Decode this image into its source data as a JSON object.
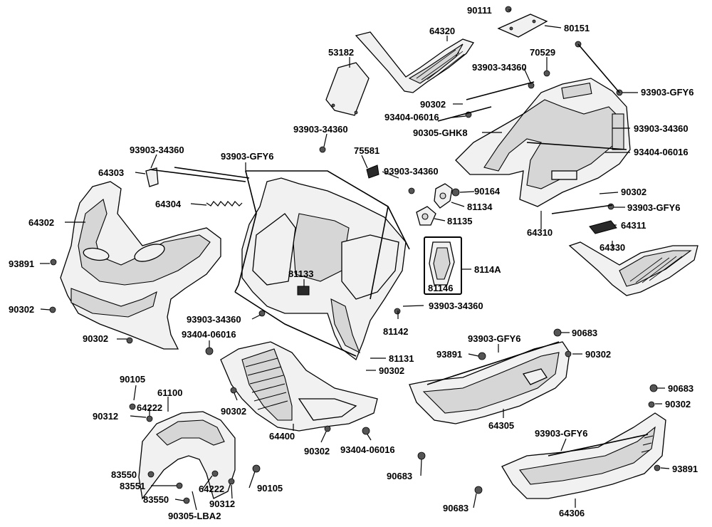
{
  "labels": {
    "l90111": "90111",
    "l80151": "80151",
    "l64320": "64320",
    "l53182": "53182",
    "l70529": "70529",
    "l93903_34360_a": "93903-34360",
    "l93903_gfy6_a": "93903-GFY6",
    "l90302_a": "90302",
    "l93404_06016_a": "93404-06016",
    "l90305_ghk8": "90305-GHK8",
    "l93903_34360_b": "93903-34360",
    "l93404_06016_b": "93404-06016",
    "l93903_34360_c": "93903-34360",
    "l93903_34360_d": "93903-34360",
    "l93903_gfy6_b": "93903-GFY6",
    "l75581": "75581",
    "l93903_34360_e": "93903-34360",
    "l90164": "90164",
    "l90302_b": "90302",
    "l81134": "81134",
    "l93903_gfy6_c": "93903-GFY6",
    "l64303": "64303",
    "l64304": "64304",
    "l81135": "81135",
    "l64310": "64310",
    "l64311": "64311",
    "l64302": "64302",
    "l64330": "64330",
    "l81133": "81133",
    "l8114a": "8114A",
    "l81146": "81146",
    "l93891_a": "93891",
    "l90302_c": "90302",
    "l93903_34360_f": "93903-34360",
    "l93903_34360_g": "93903-34360",
    "l81142": "81142",
    "l93404_06016_c": "93404-06016",
    "l90302_d": "90302",
    "l90683_a": "90683",
    "l93903_gfy6_d": "93903-GFY6",
    "l93891_b": "93891",
    "l90302_e": "90302",
    "l81131": "81131",
    "l90302_f": "90302",
    "l90105_a": "90105",
    "l61100": "61100",
    "l64222_a": "64222",
    "l90312_a": "90312",
    "l90302_g": "90302",
    "l90683_b": "90683",
    "l90302_h": "90302",
    "l64305": "64305",
    "l64400": "64400",
    "l90302_i": "90302",
    "l93404_06016_d": "93404-06016",
    "l93903_gfy6_e": "93903-GFY6",
    "l90683_c": "90683",
    "l83550_a": "83550",
    "l83551": "83551",
    "l64222_b": "64222",
    "l90105_b": "90105",
    "l93891_c": "93891",
    "l83550_b": "83550",
    "l90312_b": "90312",
    "l90305_lba2": "90305-LBA2",
    "l90683_d": "90683",
    "l64306": "64306"
  }
}
